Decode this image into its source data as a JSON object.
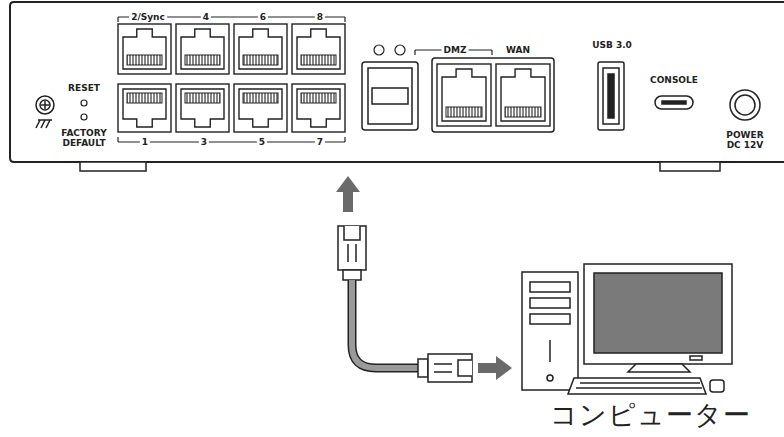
{
  "diagram": {
    "labels": [
      "2/Sync",
      "4",
      "6",
      "8",
      "RESET",
      "FACTORY DEFAULT",
      "1",
      "3",
      "5",
      "7",
      "DMZ",
      "WAN",
      "USB 3.0",
      "CONSOLE",
      "POWER DC 12V",
      "コンピューター"
    ]
  }
}
